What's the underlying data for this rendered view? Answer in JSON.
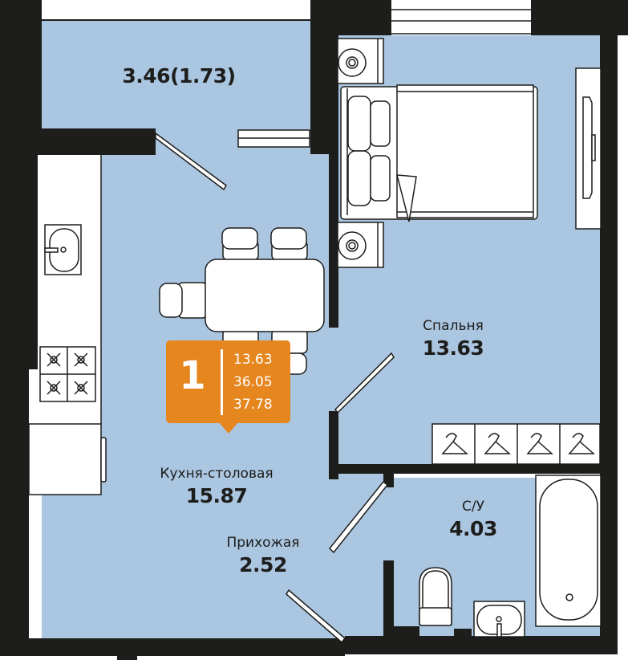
{
  "plan": {
    "colors": {
      "floor": "#abc6e1",
      "wall": "#1d1d1b",
      "furniture": "#ffffff",
      "badge": "#e5861f"
    },
    "badge": {
      "rooms_count": "1",
      "living_area": "13.63",
      "total_area": "36.05",
      "total_area_with_balcony": "37.78"
    },
    "rooms": [
      {
        "id": "balcony",
        "name": "",
        "area": "3.46(1.73)"
      },
      {
        "id": "bedroom",
        "name": "Спальня",
        "area": "13.63"
      },
      {
        "id": "kitchen",
        "name": "Кухня-столовая",
        "area": "15.87"
      },
      {
        "id": "hallway",
        "name": "Прихожая",
        "area": "2.52"
      },
      {
        "id": "bathroom",
        "name": "С/У",
        "area": "4.03"
      }
    ],
    "icons": [
      "bed-icon",
      "nightstand-icon",
      "tv-icon",
      "wardrobe-hanger-icon",
      "dining-table-icon",
      "chair-icon",
      "sink-icon",
      "stove-icon",
      "toilet-icon",
      "bathtub-icon",
      "door-icon",
      "window-icon"
    ]
  }
}
